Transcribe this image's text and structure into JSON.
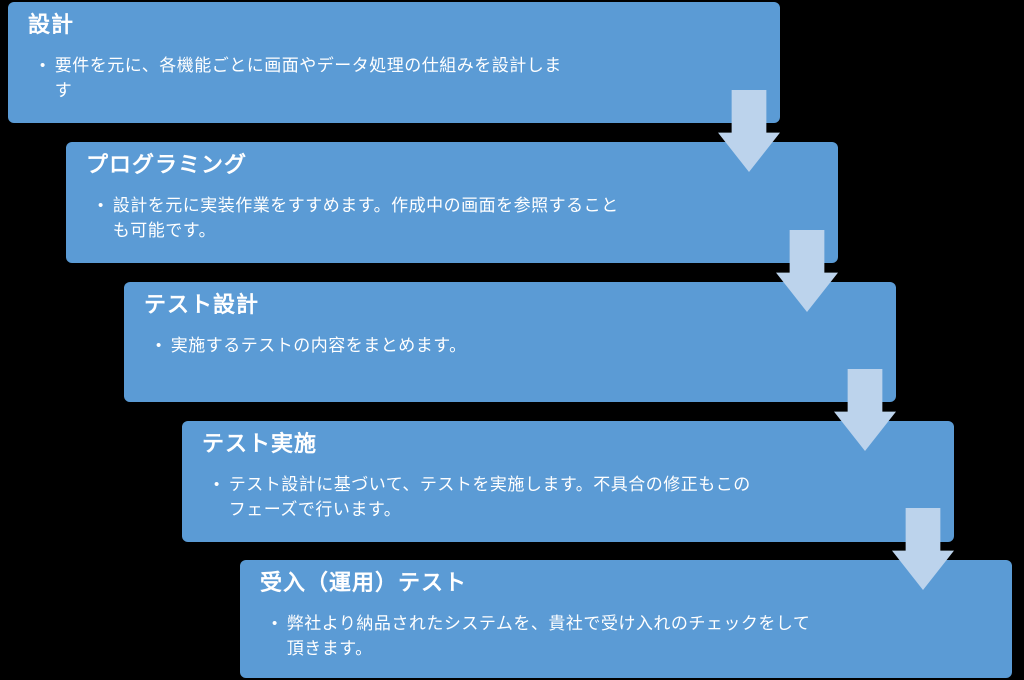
{
  "diagram": {
    "type": "process-flow",
    "box_color": "#5b9bd5",
    "arrow_color": "#bcd3ec",
    "text_color": "#ffffff",
    "background_color": "#000000",
    "bullet_marker": "•",
    "steps": [
      {
        "title": "設計",
        "bullets": [
          "要件を元に、各機能ごとに画面やデータ処理の仕組みを設計しま\nす"
        ]
      },
      {
        "title": "プログラミング",
        "bullets": [
          "設計を元に実装作業をすすめます。作成中の画面を参照すること\nも可能です。"
        ]
      },
      {
        "title": "テスト設計",
        "bullets": [
          "実施するテストの内容をまとめます。"
        ]
      },
      {
        "title": "テスト実施",
        "bullets": [
          "テスト設計に基づいて、テストを実施します。不具合の修正もこの\nフェーズで行います。"
        ]
      },
      {
        "title": "受入（運用）テスト",
        "bullets": [
          "弊社より納品されたシステムを、貴社で受け入れのチェックをして\n頂きます。"
        ]
      }
    ]
  }
}
